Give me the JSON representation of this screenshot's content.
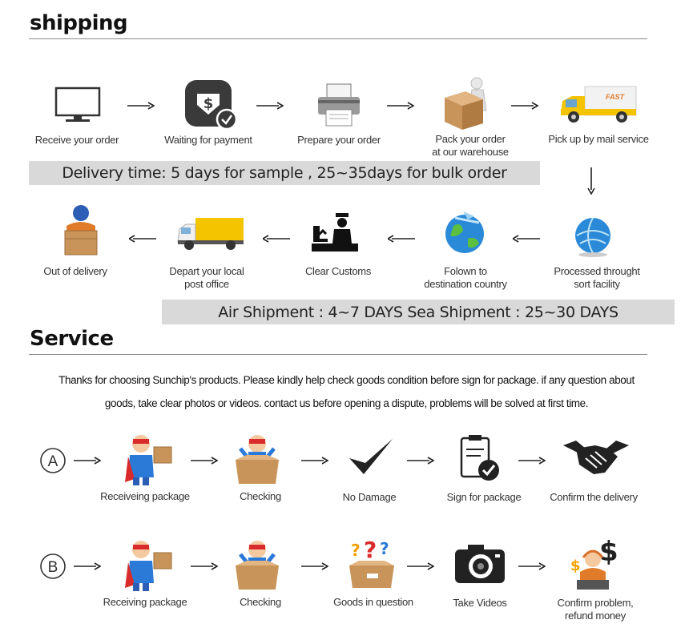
{
  "shipping": {
    "title": "shipping",
    "steps_row1": [
      "Receive your order",
      "Waiting for payment",
      "Prepare your order",
      "Pack your order\nat our warehouse",
      "Pick up by mail service"
    ],
    "delivery_band": "Delivery time:  5 days for sample , 25~35days for bulk order",
    "steps_row2": [
      "Out of delivery",
      "Depart your local\npost office",
      "Clear Customs",
      "Folown to\ndestination country",
      "Processed throught\nsort facility"
    ],
    "shipment_band": "Air Shipment : 4~7 DAYS   Sea Shipment : 25~30 DAYS"
  },
  "service": {
    "title": "Service",
    "note_line1": "Thanks for choosing Sunchip's products. Please kindly help check goods condition before sign for package. if any question about",
    "note_line2": "goods, take clear photos or videos. contact us before opening a dispute, problems will be solved at first time.",
    "row_a": {
      "marker": "A",
      "steps": [
        "Receiveing package",
        "Checking",
        "No Damage",
        "Sign for package",
        "Confirm the delivery"
      ]
    },
    "row_b": {
      "marker": "B",
      "steps": [
        "Receiving package",
        "Checking",
        "Goods in question",
        "Take Videos",
        "Confirm problem,\nrefund money"
      ]
    }
  },
  "colors": {
    "band": "#d9d9d9",
    "truck_yellow": "#f5c400",
    "box_brown": "#c8945a",
    "globe_blue": "#2a8ad8",
    "hero_red": "#d92b2b",
    "check_green": "#333333"
  }
}
